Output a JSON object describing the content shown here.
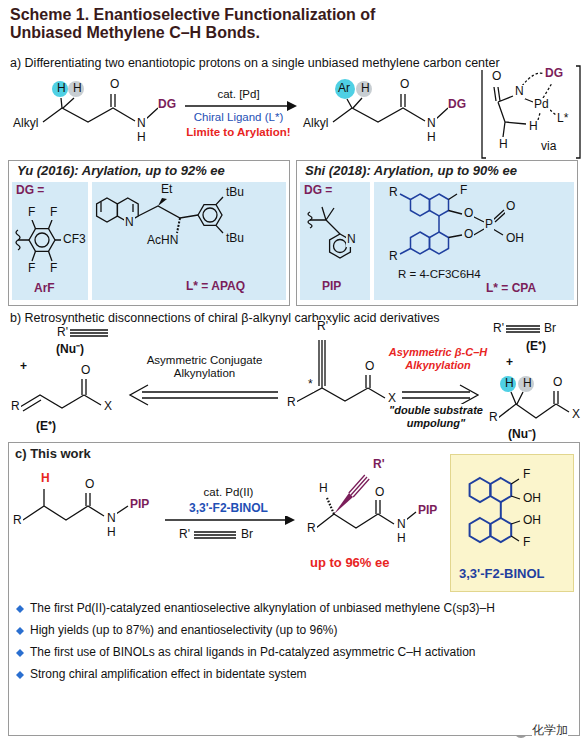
{
  "diagram": {
    "title": "Scheme 1. Enantioselective Functionalization of Unbiased Methylene C–H Bonds.",
    "nodes": [
      {
        "text": [
          "Yu (2016): Arylation, up to 92% ee"
        ]
      },
      {
        "text": [
          "DG =",
          "ArF"
        ],
        "in": 0
      },
      {
        "text": [
          "L* = APAQ"
        ],
        "in": 0
      },
      {
        "text": [
          "Shi (2018): Arylation, up to 90% ee"
        ]
      },
      {
        "text": [
          "DG =",
          "PIP"
        ],
        "in": 3
      },
      {
        "text": [
          "R = 4-CF3C6H4",
          "L* = CPA"
        ],
        "in": 3
      },
      {
        "text": [
          "c) This work"
        ]
      },
      {
        "text": [
          "3,3'-F2-BINOL"
        ],
        "in": 6
      }
    ],
    "labels": [
      "a) Differentiating two enantiotopic protons on a single unbiased methylene carbon center",
      "H",
      "H",
      "Alkyl",
      "O",
      "N",
      "H",
      "DG",
      "cat. [Pd]",
      "Chiral Ligand (L*)",
      "Limite to Arylation!",
      "Ar",
      "H",
      "Alkyl",
      "O",
      "N",
      "H",
      "DG",
      "O",
      "N",
      "DG",
      "Pd",
      "H",
      "L*",
      "H",
      "via",
      "F",
      "F",
      "F",
      "F",
      "CF3",
      "N",
      "Et",
      "AcHN",
      "tBu",
      "tBu",
      "N",
      "R",
      "F",
      "O",
      "O",
      "P",
      "O",
      "OH",
      "R",
      "b) Retrosynthetic disconnections of chiral β-alkynyl carboxylic acid derivatives",
      "R'",
      "(Nu⁻)",
      "+",
      "R",
      "O",
      "X",
      "(E⁺)",
      "Asymmetric Conjugate Alkynylation",
      "R'",
      "*",
      "R",
      "O",
      "X",
      "Asymmetric β-C–H Alkynylation",
      "\"double substrate umpolung\"",
      "R'",
      "Br",
      "(E⁺)",
      "+",
      "H",
      "H",
      "R",
      "O",
      "X",
      "(Nu⁻)",
      "H",
      "R",
      "O",
      "N",
      "H",
      "PIP",
      "cat. Pd(II)",
      "3,3'-F2-BINOL",
      "R'",
      "Br",
      "H",
      "R'",
      "R",
      "O",
      "N",
      "H",
      "PIP",
      "up to 96% ee",
      "F",
      "OH",
      "OH",
      "F",
      "The first Pd(II)-catalyzed enantioselective alkynylation of unbiased methylene C(sp3)–H",
      "High yields (up to 87%) and enantioselectivity (up to 96%)",
      "The first use of BINOLs as chiral ligands in Pd-catalyzed asymmetric C–H activation",
      "Strong chiral amplification effect in bidentate system",
      "化学加"
    ]
  }
}
